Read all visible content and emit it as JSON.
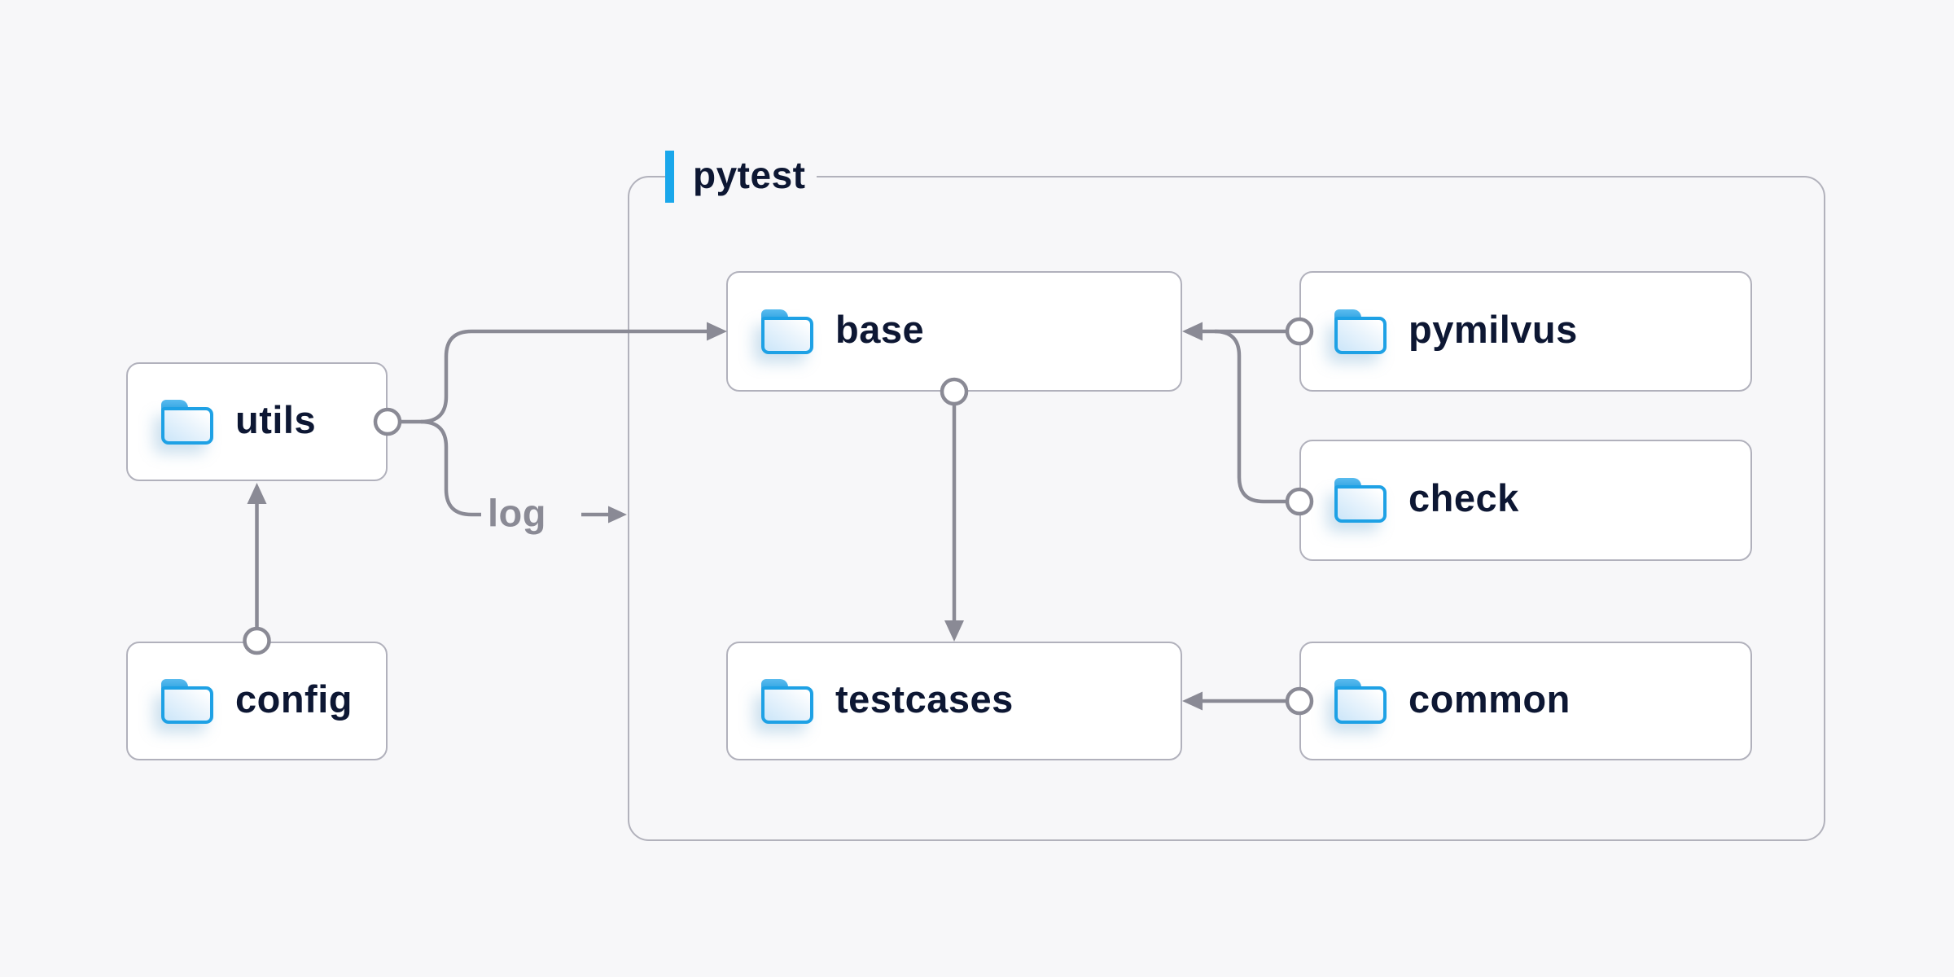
{
  "diagram": {
    "group": {
      "label": "pytest"
    },
    "nodes": {
      "utils": {
        "label": "utils"
      },
      "config": {
        "label": "config"
      },
      "base": {
        "label": "base"
      },
      "pymilvus": {
        "label": "pymilvus"
      },
      "check": {
        "label": "check"
      },
      "testcases": {
        "label": "testcases"
      },
      "common": {
        "label": "common"
      }
    },
    "edge_label": "log",
    "edges": [
      {
        "from": "config",
        "to": "utils"
      },
      {
        "from": "utils",
        "to": "base"
      },
      {
        "from": "utils",
        "to": "log"
      },
      {
        "from": "pymilvus",
        "to": "base"
      },
      {
        "from": "check",
        "to": "base"
      },
      {
        "from": "base",
        "to": "testcases"
      },
      {
        "from": "common",
        "to": "testcases"
      }
    ],
    "colors": {
      "background": "#f7f7f9",
      "node_fill": "#ffffff",
      "node_border": "#b1b1bc",
      "group_border": "#b2b2bc",
      "wire_gray": "#8a8a95",
      "text_navy": "#0d1733",
      "accent_blue": "#1aa7eb",
      "folder_blue": "#1ea1e5",
      "edge_label_gray": "#8a8a95"
    }
  }
}
